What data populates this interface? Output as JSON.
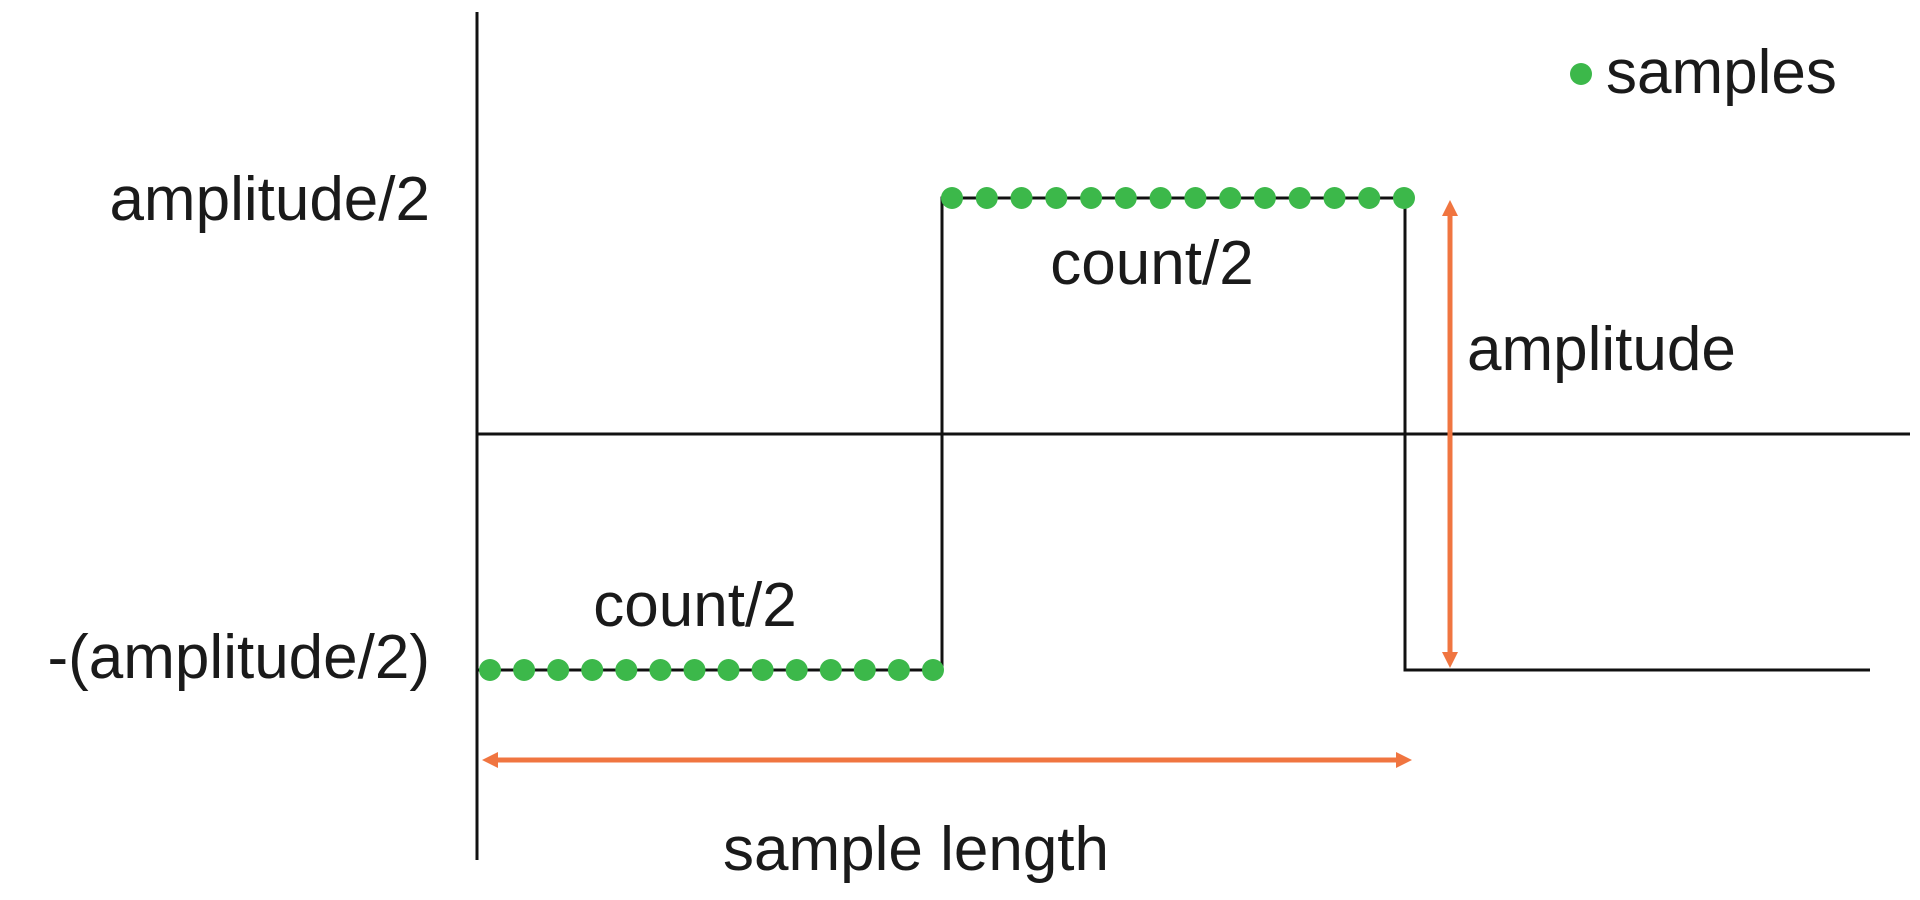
{
  "diagram": {
    "title": "",
    "y_labels": {
      "high": "amplitude/2",
      "low": "-(amplitude/2)"
    },
    "segment_labels": {
      "high": "count/2",
      "low": "count/2"
    },
    "amplitude_label": "amplitude",
    "length_label": "sample length",
    "legend": {
      "label": "samples"
    },
    "samples": {
      "high_count": 14,
      "low_count": 14
    },
    "colors": {
      "line": "#111111",
      "sample": "#3cb84a",
      "arrow": "#f07540"
    }
  }
}
